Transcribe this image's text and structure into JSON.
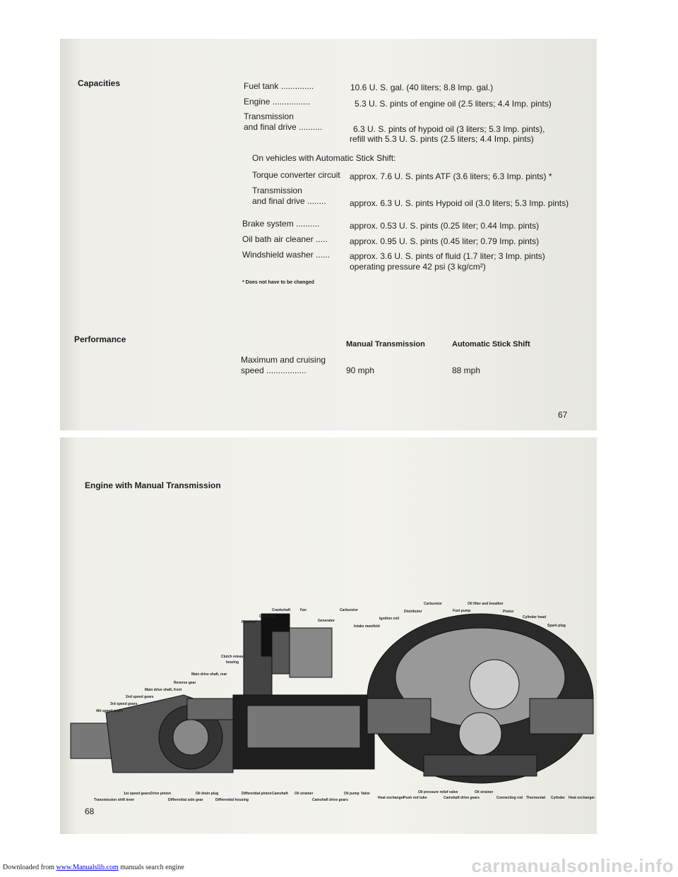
{
  "page67": {
    "capacities_heading": "Capacities",
    "rows": [
      {
        "label": "Fuel tank ..............",
        "value": "10.6 U. S. gal. (40 liters; 8.8 Imp. gal.)"
      },
      {
        "label": "Engine ................",
        "value": "5.3 U. S. pints of engine oil (2.5 liters; 4.4 Imp. pints)"
      },
      {
        "label": "Transmission",
        "label2": "and final drive ..........",
        "value": "6.3 U. S. pints of hypoid oil (3 liters; 5.3 Imp. pints),",
        "value2": "refill with 5.3 U. S. pints (2.5 liters; 4.4 Imp. pints)"
      }
    ],
    "automatic_note": "On vehicles with Automatic Stick Shift:",
    "auto_rows": [
      {
        "label": "Torque converter circuit",
        "value": "approx. 7.6 U. S. pints ATF (3.6 liters; 6.3 Imp. pints) *"
      },
      {
        "label": "Transmission",
        "label2": "and final drive ........",
        "value": "approx. 6.3 U. S. pints Hypoid oil (3.0 liters; 5.3 Imp. pints)"
      }
    ],
    "other_rows": [
      {
        "label": "Brake system ..........",
        "value": "approx. 0.53 U. S. pints (0.25 liter; 0.44 Imp. pints)"
      },
      {
        "label": "Oil bath air cleaner .....",
        "value": "approx. 0.95 U. S. pints (0.45 liter; 0.79 Imp. pints)"
      },
      {
        "label": "Windshield washer ......",
        "value": "approx. 3.6 U. S. pints of fluid (1.7 liter; 3 Imp. pints)",
        "value2": "operating pressure 42 psi (3 kg/cm²)"
      }
    ],
    "footnote": "* Does not have to be changed",
    "performance_heading": "Performance",
    "col_manual": "Manual Transmission",
    "col_auto": "Automatic Stick Shift",
    "speed_label": "Maximum and cruising",
    "speed_label2": "speed .................",
    "speed_manual": "90 mph",
    "speed_auto": "88 mph",
    "page_number": "67"
  },
  "page68": {
    "title": "Engine with Manual Transmission",
    "page_number": "68",
    "left_labels": [
      "Crankshaft",
      "Fan",
      "Carburetor",
      "Oil cooler",
      "Generator",
      "Flywheel",
      "Clutch release",
      "bearing",
      "Main drive shaft, rear",
      "Reverse gear",
      "Main drive shaft, front",
      "2nd speed gears",
      "3rd speed gears",
      "4th speed gears",
      "1st speed gears",
      "Drive pinion",
      "Transmission shift lever",
      "Differential side gear",
      "Oil drain plug",
      "Differential housing",
      "Differential pinion",
      "Camshaft",
      "Oil strainer",
      "Camshaft drive gears",
      "Oil pump",
      "Valve"
    ],
    "right_labels": [
      "Carburetor",
      "Oil filter and breather",
      "Distributor",
      "Fuel pump",
      "Piston",
      "Ignition coil",
      "Cylinder head",
      "Intake manifold",
      "Spark plug",
      "Oil pressure relief valve",
      "Oil strainer",
      "Heat exchanger",
      "Push rod tube",
      "Camshaft drive gears",
      "Connecting rod",
      "Thermostat",
      "Cylinder",
      "Heat exchanger"
    ]
  },
  "footer": {
    "prefix": "Downloaded from ",
    "link": "www.Manualslib.com",
    "suffix": " manuals search engine"
  },
  "watermark": "carmanualsonline.info"
}
